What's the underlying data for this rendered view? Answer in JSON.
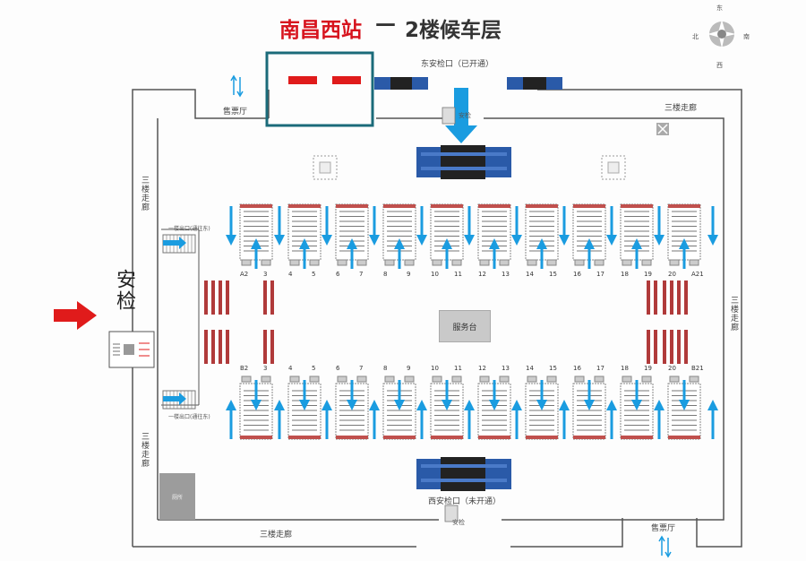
{
  "title": {
    "station": "南昌西站",
    "dash": "—",
    "floor": "2楼候车层"
  },
  "compass": {
    "north": "北",
    "south": "南",
    "east": "东",
    "west": "西"
  },
  "labels": {
    "east_gate": "东安检口（已开通）",
    "west_gate": "西安检口（未开通）",
    "ticket_hall_top": "售票厅",
    "ticket_hall_bottom": "售票厅",
    "corridor_top_right": "三楼走廊",
    "corridor_left_top": "三楼走廊",
    "corridor_left_bottom": "三楼走廊",
    "corridor_right": "三楼走廊",
    "corridor_bottom": "三楼走廊",
    "security": "安检",
    "service_desk": "服务台",
    "restroom": "厕所",
    "top_small_label": "安检",
    "bottom_small_label": "安检",
    "left_note_top": "一楼出口(通往东)",
    "left_note_bottom": "一楼出口(通往东)"
  },
  "gates_top": [
    "A2",
    "3",
    "4",
    "5",
    "6",
    "7",
    "8",
    "9",
    "10",
    "11",
    "12",
    "13",
    "14",
    "15",
    "16",
    "17",
    "18",
    "19",
    "20",
    "A21"
  ],
  "gates_bottom": [
    "B2",
    "3",
    "4",
    "5",
    "6",
    "7",
    "8",
    "9",
    "10",
    "11",
    "12",
    "13",
    "14",
    "15",
    "16",
    "17",
    "18",
    "19",
    "20",
    "B21"
  ],
  "colors": {
    "title_red": "#d7141e",
    "arrow_blue": "#1a9ce0",
    "arrow_red": "#e01b1b",
    "highlight_teal": "#1b6b7a",
    "gate_blue": "#2a5aa8"
  }
}
